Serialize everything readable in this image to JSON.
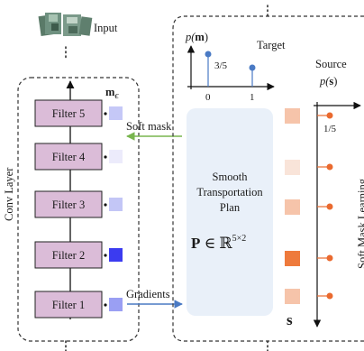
{
  "input": {
    "label": "Input"
  },
  "conv_layer": {
    "label": "Conv Layer",
    "mask_symbol": "m",
    "mask_subscript": "ϵ",
    "filters": [
      {
        "label": "Filter 5",
        "mask_color": "#c5c8f7"
      },
      {
        "label": "Filter 4",
        "mask_color": "#ecebfb"
      },
      {
        "label": "Filter 3",
        "mask_color": "#c3c6f6"
      },
      {
        "label": "Filter 2",
        "mask_color": "#3b3bf0"
      },
      {
        "label": "Filter 1",
        "mask_color": "#9a9ff3"
      }
    ]
  },
  "arrows": {
    "soft_mask": "Soft mask",
    "gradients": "Gradients"
  },
  "target": {
    "title": "Target",
    "ylabel": "p(m)",
    "ylabel_func": "p(",
    "ylabel_var": "m",
    "ylabel_close": ")",
    "value_label": "3/5",
    "ticks": [
      "0",
      "1"
    ]
  },
  "plan": {
    "line1": "Smooth",
    "line2": "Transportation",
    "line3": "Plan",
    "equation_P": "P",
    "equation_rest": " ∈ ℝ",
    "equation_exp": "5×2"
  },
  "source": {
    "title": "Source",
    "ylabel_func": "p(",
    "ylabel_var": "s",
    "ylabel_close": ")",
    "value_label": "1/5",
    "s_symbol": "s",
    "squares": [
      "#f6c4aa",
      "#f9e4d9",
      "#f6c4aa",
      "#ee7a3c",
      "#f6c4aa"
    ],
    "dot_color": "#ea6a2f"
  },
  "side_label": {
    "text": "Soft Mask Learning"
  },
  "colors": {
    "filter_fill": "#dbbcd8",
    "plan_fill": "#e9f0f9",
    "target_dot": "#4a7ac4",
    "soft_mask_arrow": "#78b54e",
    "gradients_arrow": "#4a7ac4"
  }
}
